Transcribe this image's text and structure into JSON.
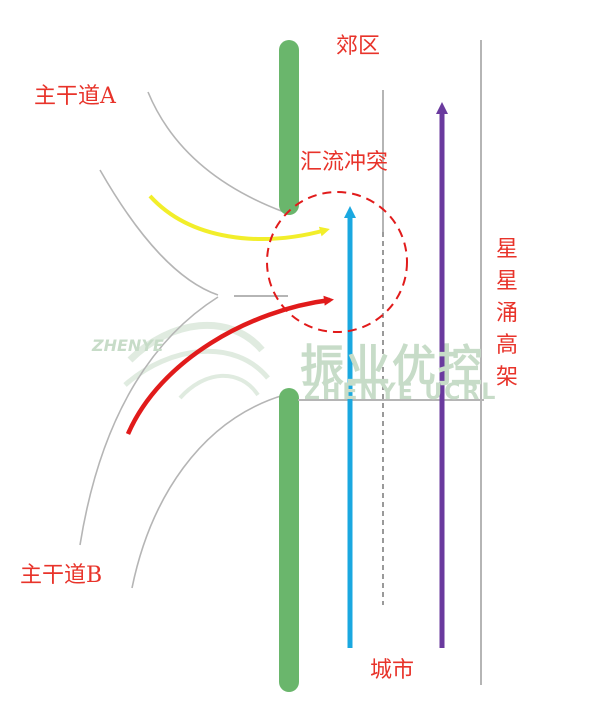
{
  "labels": {
    "artery_a": "主干道A",
    "artery_b": "主干道B",
    "suburb": "郊区",
    "city": "城市",
    "merge_conflict": "汇流冲突",
    "elevated_road": "星星涌高架"
  },
  "watermark": {
    "text_cn": "振业优控",
    "text_en": "ZHENYE UCRL",
    "logo_text": "ZHENYE"
  },
  "colors": {
    "label_red": "#e8332a",
    "road_line": "#b5b5b5",
    "median_green": "#6ab66c",
    "flow_yellow": "#f2ee2a",
    "flow_red": "#e11b1b",
    "flow_blue": "#1aa8e0",
    "flow_purple": "#6a3a9e",
    "watermark": "#c7dcc8"
  }
}
